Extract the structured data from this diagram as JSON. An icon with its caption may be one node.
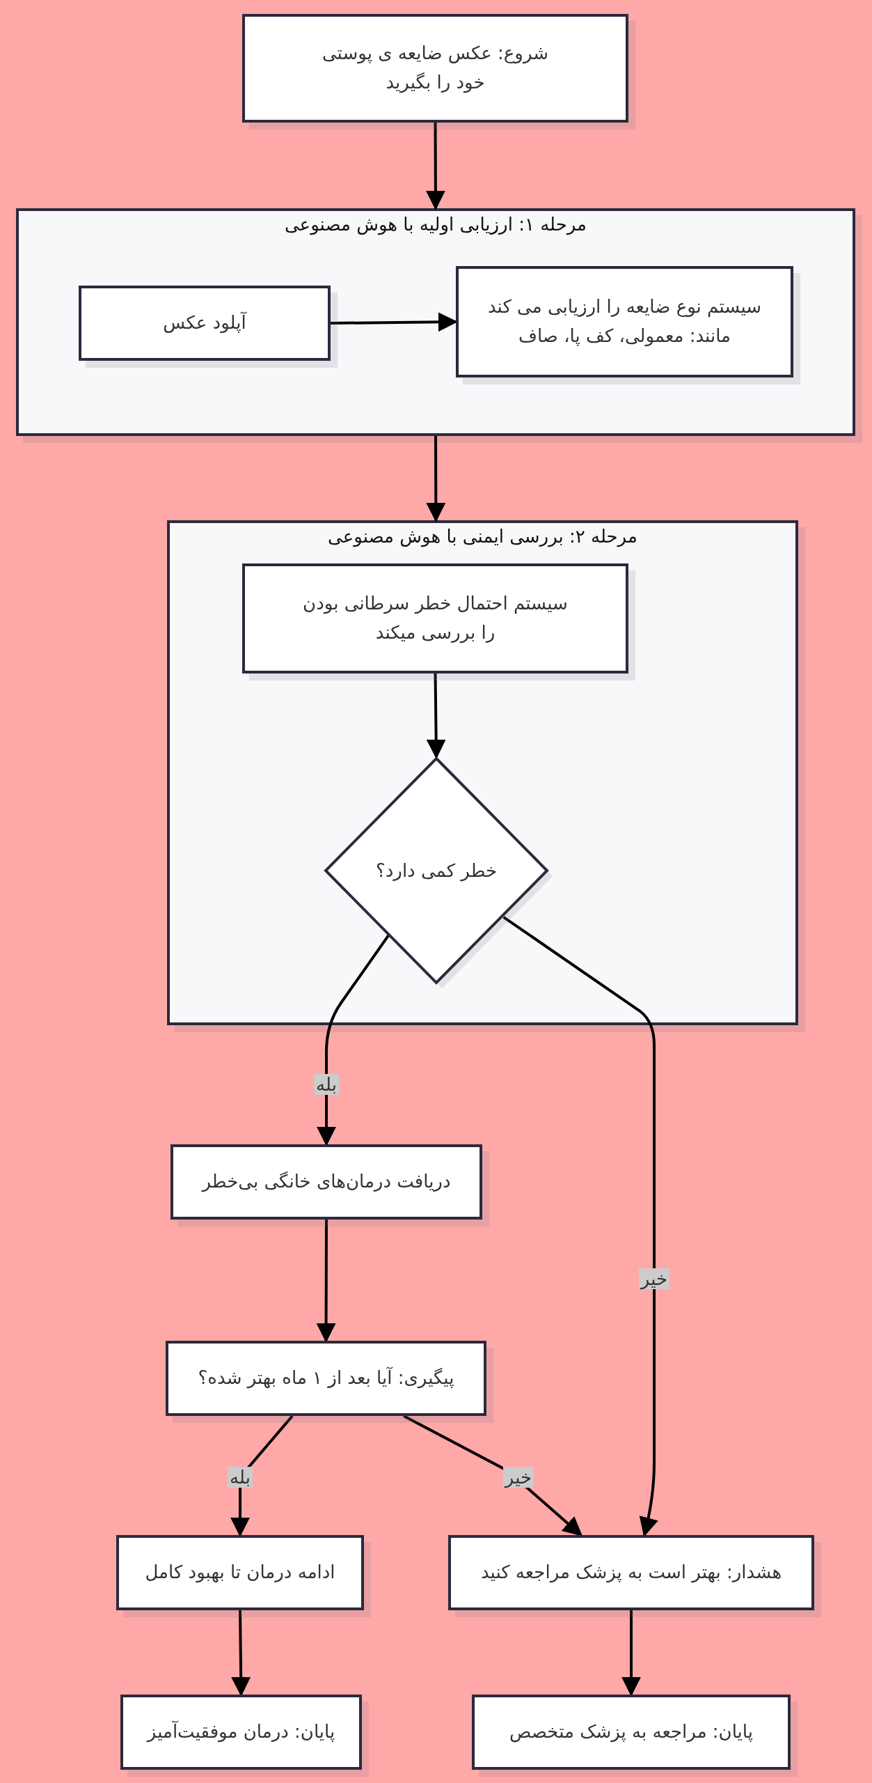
{
  "diagram": {
    "nodes": [
      {
        "text": [
          "شروع: عکس ضایعه ی پوستی خود را بگیرید"
        ]
      },
      {
        "text": [
          "مرحله ۱: ارزیابی اولیه با هوش مصنوعی"
        ]
      },
      {
        "text": [
          "آپلود عکس"
        ],
        "in": 1
      },
      {
        "text": [
          "سیستم نوع ضایعه را ارزیابی می کند مانند: معمولی، کف پا، صاف"
        ],
        "in": 1
      },
      {
        "text": [
          "مرحله ۲: بررسی ایمنی با هوش مصنوعی"
        ]
      },
      {
        "text": [
          "سیستم احتمال خطر سرطانی بودن را بررسی میکند"
        ],
        "in": 4
      },
      {
        "text": [
          "خطر کمی دارد؟"
        ],
        "in": 4
      },
      {
        "text": [
          "دریافت درمان‌های خانگی بی‌خطر"
        ]
      },
      {
        "text": [
          "پیگیری: آیا بعد از ۱ ماه بهتر شده؟"
        ]
      },
      {
        "text": [
          "ادامه درمان تا بهبود کامل"
        ]
      },
      {
        "text": [
          "هشدار: بهتر است به پزشک مراجعه کنید"
        ]
      },
      {
        "text": [
          "پایان: درمان موفقیت‌آمیز"
        ]
      },
      {
        "text": [
          "پایان: مراجعه به پزشک متخصص"
        ]
      }
    ],
    "edges": [
      {
        "from": 0,
        "to": 1,
        "arrow": "to"
      },
      {
        "from": 2,
        "to": 3,
        "arrow": "to"
      },
      {
        "from": 1,
        "to": 4,
        "arrow": "to"
      },
      {
        "from": 5,
        "to": 6,
        "arrow": "to"
      },
      {
        "from": 6,
        "to": 7,
        "arrow": "to",
        "label": "بله"
      },
      {
        "from": 6,
        "to": 10,
        "arrow": "to",
        "label": "خیر"
      },
      {
        "from": 7,
        "to": 8,
        "arrow": "to"
      },
      {
        "from": 8,
        "to": 9,
        "arrow": "to",
        "label": "بله"
      },
      {
        "from": 8,
        "to": 10,
        "arrow": "to",
        "label": "خیر"
      },
      {
        "from": 9,
        "to": 11,
        "arrow": "to"
      },
      {
        "from": 10,
        "to": 12,
        "arrow": "to"
      }
    ]
  }
}
